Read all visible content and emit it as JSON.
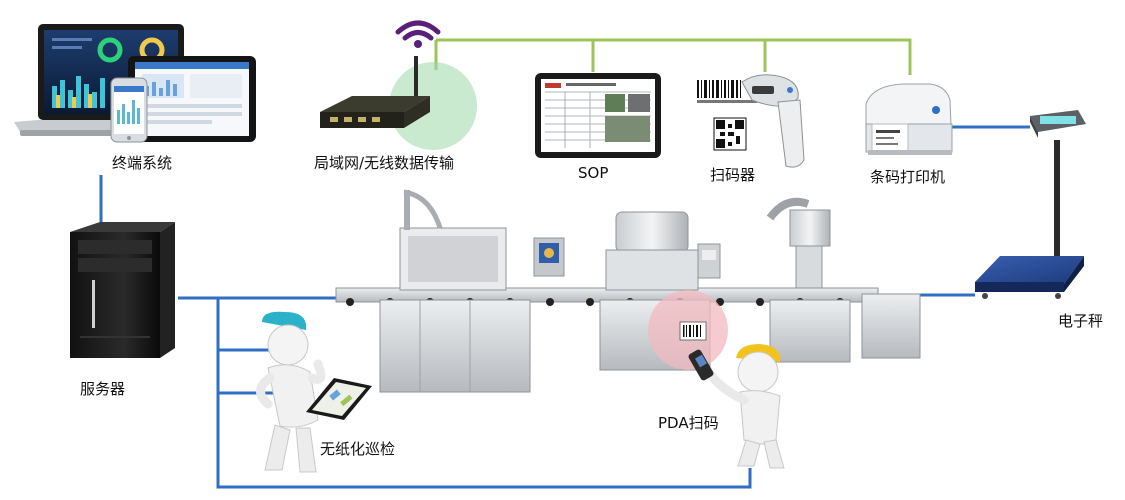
{
  "labels": {
    "terminal": "终端系统",
    "network": "局域网/无线数据传输",
    "sop": "SOP",
    "scanner": "扫码器",
    "printer": "条码打印机",
    "scale": "电子秤",
    "server": "服务器",
    "inspection": "无纸化巡检",
    "pda": "PDA扫码"
  },
  "colors": {
    "wifi_link": "#9dc45a",
    "wired_link": "#2f6fc4",
    "wifi_icon": "#5a1f78",
    "router_halo": "#9fd8a8",
    "pda_halo": "#f2b9bf",
    "helmet_teal": "#2ab3c8",
    "helmet_yellow": "#f2c31a"
  }
}
